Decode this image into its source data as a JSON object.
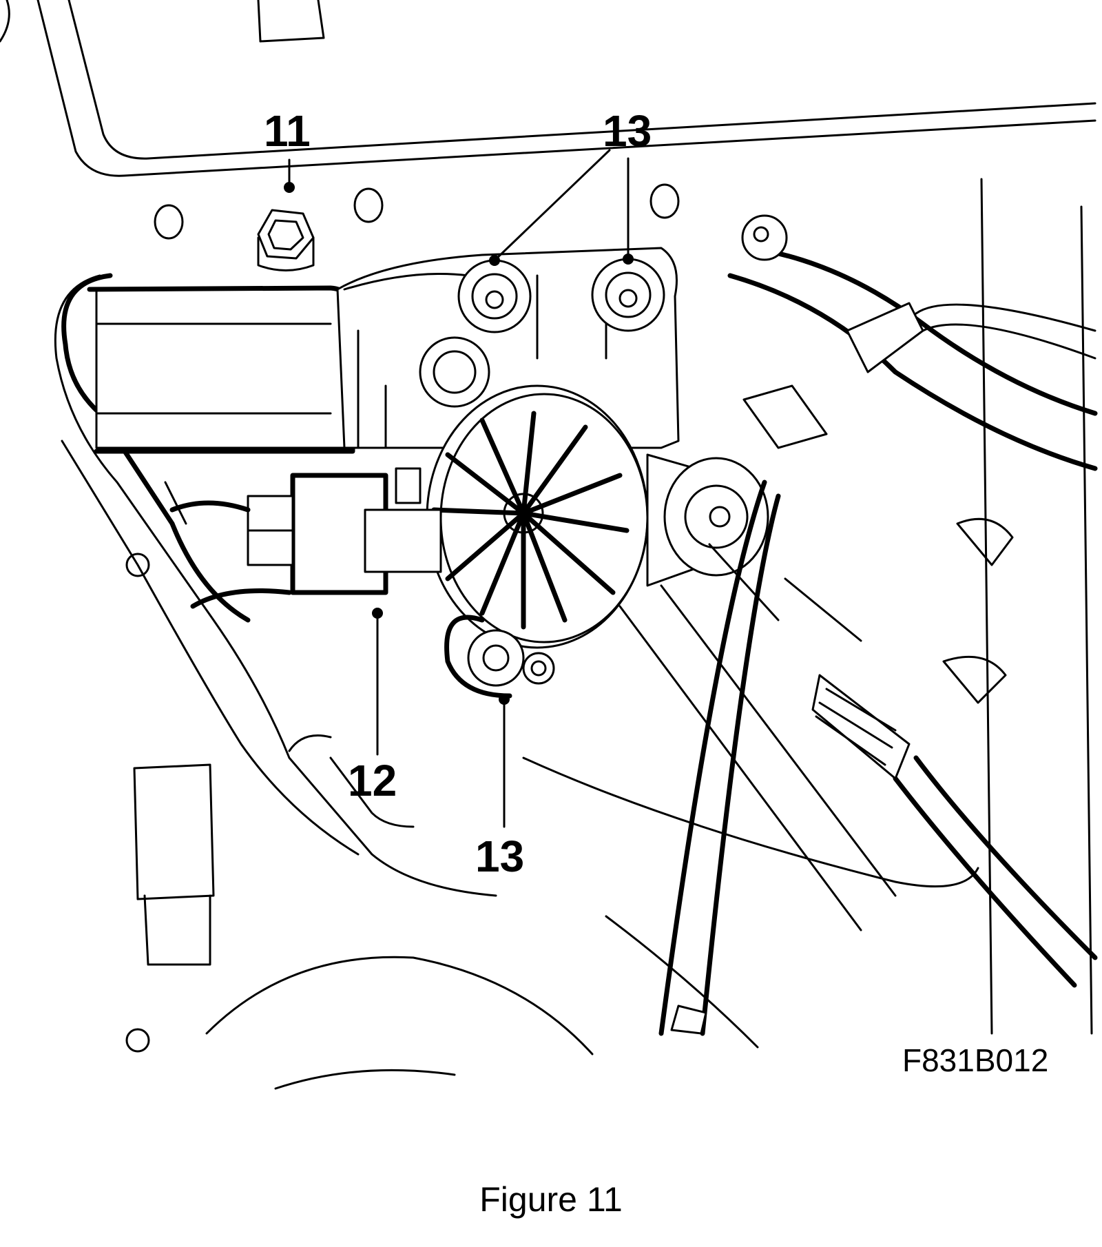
{
  "callouts": [
    {
      "id": "callout-11",
      "number": "11"
    },
    {
      "id": "callout-13-top",
      "number": "13"
    },
    {
      "id": "callout-12",
      "number": "12"
    },
    {
      "id": "callout-13-bottom",
      "number": "13"
    }
  ],
  "drawing_code": "F831B012",
  "caption": "Figure 11"
}
